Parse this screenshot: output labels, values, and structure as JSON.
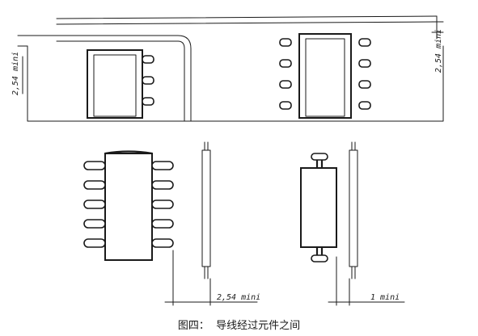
{
  "dimensions": {
    "top_left": "2,54 mini",
    "top_right": "2,54 mini",
    "bottom_left": "2,54 mini",
    "bottom_right": "1 mini"
  },
  "caption": {
    "label": "图四：",
    "text": "导线经过元件之间"
  }
}
